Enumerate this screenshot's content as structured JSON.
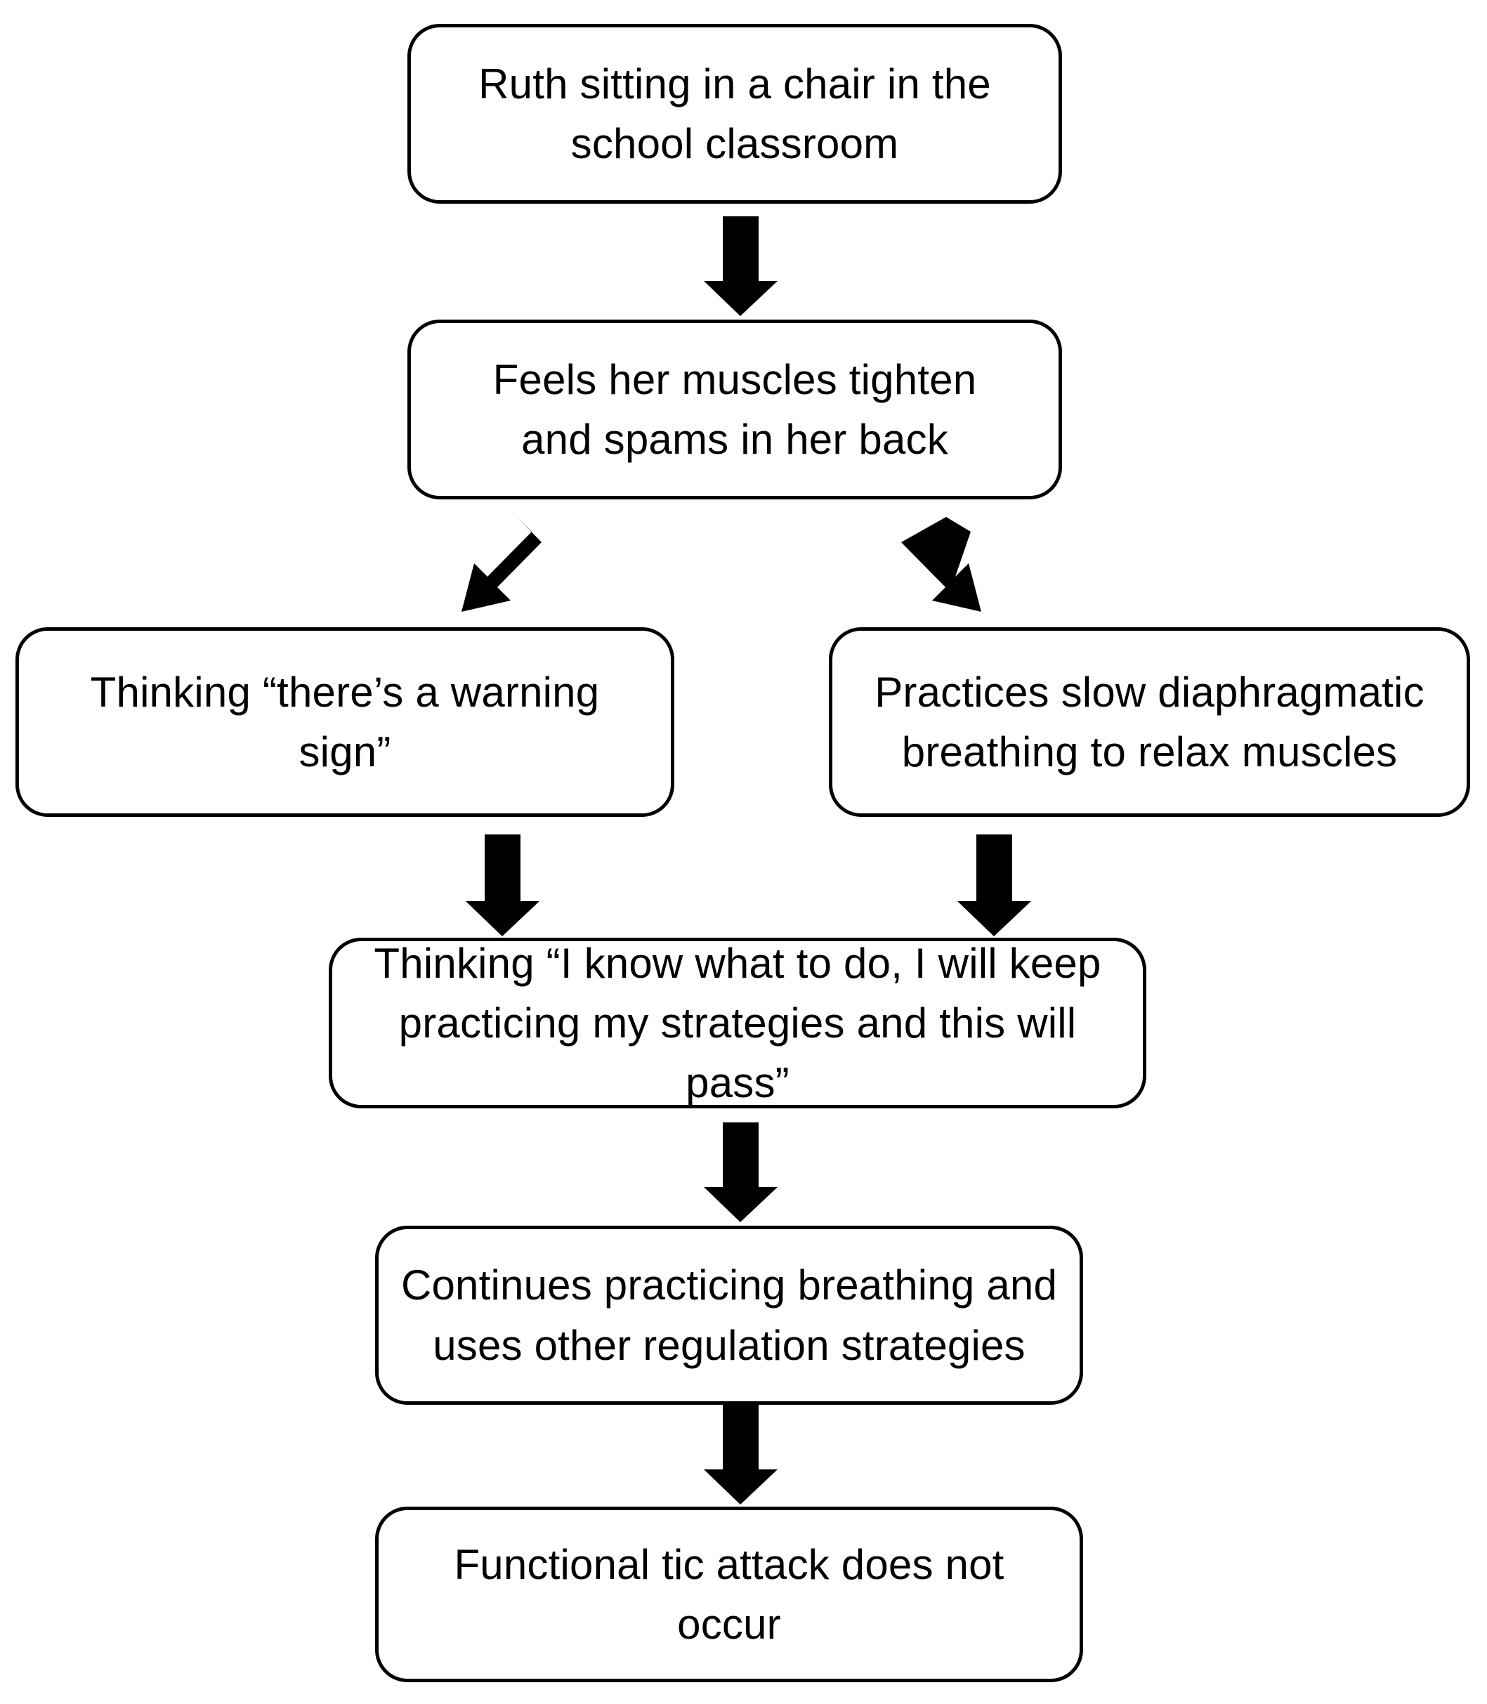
{
  "diagram": {
    "title": "Functional tic attack prevention flowchart",
    "background_color": "#ffffff",
    "line_color": "#000000",
    "text_color": "#000000",
    "nodes": [
      {
        "id": "node-situation",
        "name": "situation-box",
        "text": "Ruth sitting in a chair in the\nschool classroom"
      },
      {
        "id": "node-sensation",
        "name": "sensation-box",
        "text": "Feels her muscles tighten\nand spams in her back"
      },
      {
        "id": "node-thought-warning",
        "name": "thought-warning-box",
        "text": "Thinking “there’s a warning sign”"
      },
      {
        "id": "node-breathing",
        "name": "breathing-box",
        "text": "Practices slow diaphragmatic\nbreathing to relax muscles"
      },
      {
        "id": "node-thought-coping",
        "name": "thought-coping-box",
        "text": "Thinking “I know what to do, I will keep\npracticing my strategies and this will pass”"
      },
      {
        "id": "node-continues",
        "name": "continues-strategies-box",
        "text": "Continues practicing breathing and\nuses other regulation strategies"
      },
      {
        "id": "node-outcome",
        "name": "outcome-box",
        "text": "Functional tic attack does not occur"
      }
    ],
    "arrows": [
      {
        "id": "arrow-1",
        "name": "arrow-situation-to-sensation",
        "from": "node-situation",
        "to": "node-sensation",
        "direction": "down"
      },
      {
        "id": "arrow-2",
        "name": "arrow-sensation-to-thought-warning",
        "from": "node-sensation",
        "to": "node-thought-warning",
        "direction": "down-left"
      },
      {
        "id": "arrow-3",
        "name": "arrow-sensation-to-breathing",
        "from": "node-sensation",
        "to": "node-breathing",
        "direction": "down-right"
      },
      {
        "id": "arrow-4",
        "name": "arrow-thought-warning-to-coping",
        "from": "node-thought-warning",
        "to": "node-thought-coping",
        "direction": "down"
      },
      {
        "id": "arrow-5",
        "name": "arrow-breathing-to-coping",
        "from": "node-breathing",
        "to": "node-thought-coping",
        "direction": "down"
      },
      {
        "id": "arrow-6",
        "name": "arrow-coping-to-continues",
        "from": "node-thought-coping",
        "to": "node-continues",
        "direction": "down"
      },
      {
        "id": "arrow-7",
        "name": "arrow-continues-to-outcome",
        "from": "node-continues",
        "to": "node-outcome",
        "direction": "down"
      }
    ]
  }
}
